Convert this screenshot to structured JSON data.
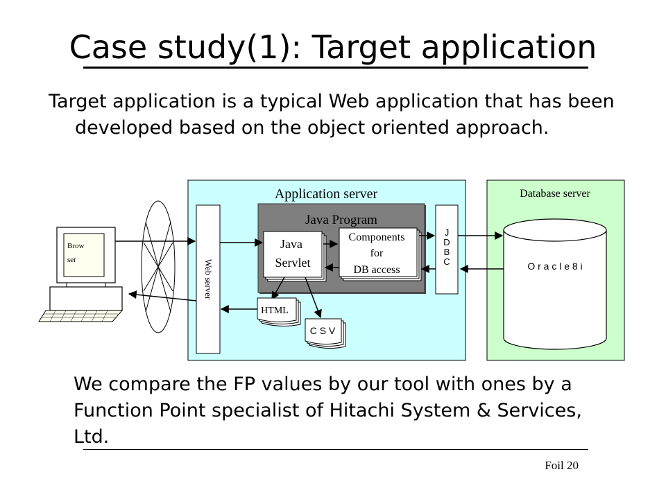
{
  "slide": {
    "title": "Case study(1): Target application",
    "intro": "Target application is a typical Web application that has been developed based on the object oriented approach.",
    "compare": "We compare the FP values by our tool with ones by a Function Point specialist of Hitachi System & Services, Ltd.",
    "footer": "Foil 20"
  },
  "diagram": {
    "app_server_label": "Application server",
    "db_server_label": "Database server",
    "java_program_label": "Java Program",
    "web_server_label": "Web server",
    "servlet_line1": "Java",
    "servlet_line2": "Servlet",
    "components_line1": "Components",
    "components_line2": "for",
    "components_line3": "DB access",
    "jdbc_letters": [
      "J",
      "D",
      "B",
      "C"
    ],
    "oracle_label": "O r a c l e 8 i",
    "html_label": "HTML",
    "csv_label": "C S V",
    "browser_line1": "Brow",
    "browser_line2": "ser"
  },
  "colors": {
    "app_server_bg": "#ccffff",
    "db_server_bg": "#ccffcc",
    "java_program_bg": "#7f7f7f"
  }
}
